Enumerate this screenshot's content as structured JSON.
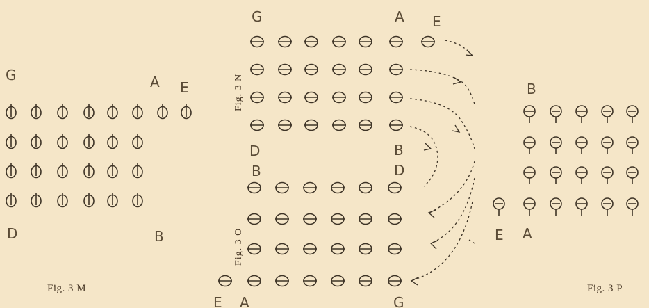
{
  "figures": {
    "m": {
      "caption": "Fig. 3 M",
      "labels": {
        "top_left": "G",
        "top_a": "A",
        "top_e": "E",
        "bottom_left": "D",
        "bottom_right": "B"
      }
    },
    "n": {
      "caption": "Fig. 3 N",
      "labels": {
        "top_left": "G",
        "top_a": "A",
        "top_e": "E",
        "bottom_left": "D",
        "bottom_right": "B"
      }
    },
    "o": {
      "caption": "Fig. 3 O",
      "labels": {
        "top_left": "B",
        "top_right": "D",
        "bottom_e": "E",
        "bottom_a": "A",
        "bottom_g": "G"
      }
    },
    "p": {
      "caption": "Fig. 3 P",
      "labels": {
        "top_b": "B",
        "bottom_e": "E",
        "bottom_a": "A"
      }
    }
  },
  "colors": {
    "paper": "#f5e6c8",
    "ink": "#3d3326"
  }
}
